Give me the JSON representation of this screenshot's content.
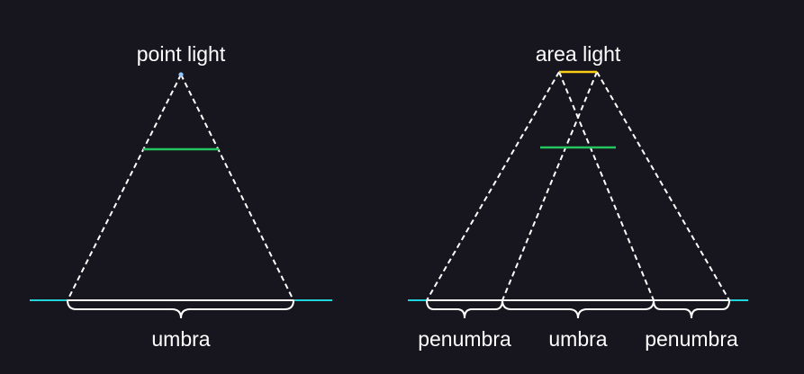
{
  "colors": {
    "background": "#17151d",
    "ground": "#22d3dc",
    "occluder": "#22c55e",
    "area_light": "#facc15",
    "point_light": "#93c5fd",
    "lines": "#ffffff"
  },
  "left": {
    "title": "point light",
    "umbra_label": "umbra"
  },
  "right": {
    "title": "area light",
    "penumbra_left_label": "penumbra",
    "umbra_label": "umbra",
    "penumbra_right_label": "penumbra"
  }
}
